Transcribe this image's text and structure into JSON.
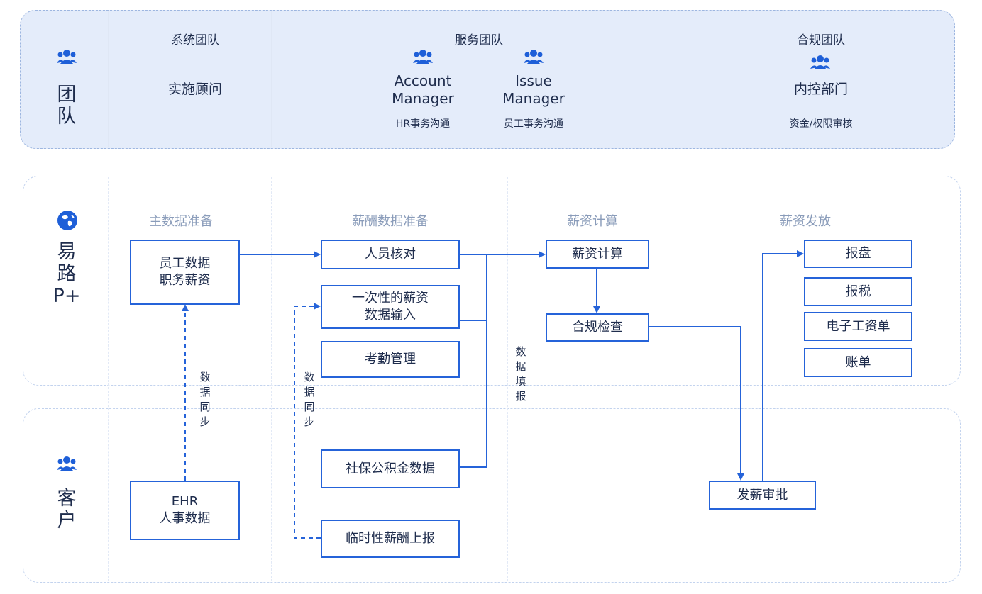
{
  "rows": {
    "team": "团\n队",
    "platform": "易\n路\nP+",
    "customer": "客\n户"
  },
  "team_section": {
    "system_team": {
      "title": "系统团队",
      "member": "实施顾问"
    },
    "service_team": {
      "title": "服务团队",
      "members": [
        {
          "name": "Account\nManager",
          "role": "HR事务沟通"
        },
        {
          "name": "Issue\nManager",
          "role": "员工事务沟通"
        }
      ]
    },
    "compliance_team": {
      "title": "合规团队",
      "member": "内控部门",
      "role": "资金/权限审核"
    }
  },
  "columns": [
    "主数据准备",
    "薪酬数据准备",
    "薪资计算",
    "薪资发放"
  ],
  "boxes": {
    "employee_data": "员工数据\n职务薪资",
    "ehr_data": "EHR\n人事数据",
    "staff_check": "人员核对",
    "one_time_pay": "一次性的薪资\n数据输入",
    "attendance": "考勤管理",
    "social_security": "社保公积金数据",
    "temp_pay": "临时性薪酬上报",
    "payroll_calc": "薪资计算",
    "compliance_check": "合规检查",
    "payroll_approval": "发薪审批",
    "report_disk": "报盘",
    "tax_report": "报税",
    "e_payslip": "电子工资单",
    "bill": "账单"
  },
  "connector_labels": {
    "sync_main": "数\n据\n同\n步",
    "sync_pay": "数\n据\n同\n步",
    "data_fill": "数\n据\n填\n报"
  },
  "icons": {
    "team": "people-icon",
    "platform": "globe-icon",
    "customer": "people-icon"
  },
  "colors": {
    "accent": "#2563d9",
    "team_band": "#e4ecfa",
    "column_title": "#8a9cba"
  }
}
